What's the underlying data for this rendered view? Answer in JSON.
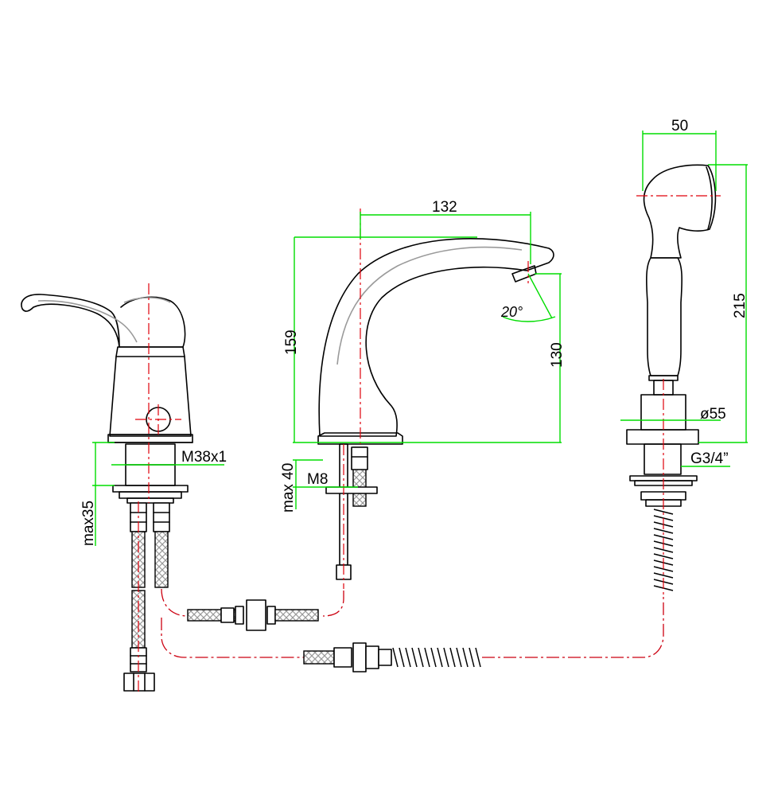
{
  "dimensions": {
    "spout_reach": "132",
    "spout_height": "159",
    "outlet_height": "130",
    "outlet_angle": "20°",
    "deck_thickness_spout": "max 40",
    "spout_thread": "M8",
    "lever_thread": "M38x1",
    "deck_thickness_lever": "max35",
    "handset_width": "50",
    "handset_height": "215",
    "holder_diameter": "ø55",
    "hose_thread": "G3/4”"
  },
  "colors": {
    "dimension_lines": "#00dd00",
    "center_lines": "#e0000a",
    "outline": "#000000"
  }
}
